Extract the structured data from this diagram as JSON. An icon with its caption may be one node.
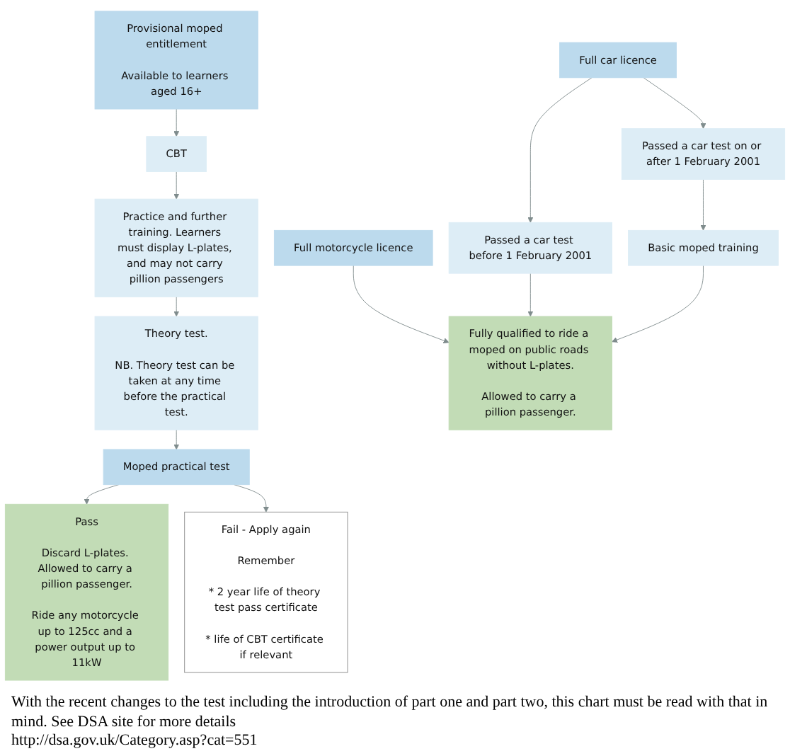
{
  "diagram": {
    "nodes": [
      {
        "text": [
          "Provisional moped entitlement",
          "Available to learners aged 16+"
        ]
      },
      {
        "text": [
          "Full motorcycle licence"
        ]
      },
      {
        "text": [
          "Full car licence"
        ]
      },
      {
        "text": [
          "CBT"
        ]
      },
      {
        "text": [
          "Passed a car test before 1 February 2001"
        ]
      },
      {
        "text": [
          "Passed a car test on or after 1 February 2001"
        ]
      },
      {
        "text": [
          "Practice and further training. Learners must display L-plates, and may not carry pillion passengers"
        ]
      },
      {
        "text": [
          "Basic moped training"
        ]
      },
      {
        "text": [
          "Theory test.",
          "NB. Theory test can be taken at any time before the practical test."
        ]
      },
      {
        "text": [
          "Fully qualified to ride a moped on public roads without L-plates.",
          "Allowed to carry a pillion passenger."
        ]
      },
      {
        "text": [
          "Moped practical test"
        ]
      },
      {
        "text": [
          "Fail - Apply again",
          "Remember",
          "* 2 year life of theory test pass certificate",
          "* life of CBT certificate if relevant"
        ]
      },
      {
        "text": [
          "Pass",
          "Discard L-plates. Allowed to carry a pillion passenger.",
          "Ride any motorcycle up to 125cc and a power output up to 11kW"
        ]
      }
    ],
    "edges": [
      {
        "from": 0,
        "to": 3,
        "arrow": "to"
      },
      {
        "from": 3,
        "to": 6,
        "arrow": "to"
      },
      {
        "from": 6,
        "to": 8,
        "arrow": "to"
      },
      {
        "from": 8,
        "to": 10,
        "arrow": "to"
      },
      {
        "from": 10,
        "to": 12,
        "arrow": "to"
      },
      {
        "from": 10,
        "to": 11,
        "arrow": "to"
      },
      {
        "from": 2,
        "to": 4,
        "arrow": "to"
      },
      {
        "from": 2,
        "to": 5,
        "arrow": "to"
      },
      {
        "from": 5,
        "to": 7,
        "arrow": "to"
      },
      {
        "from": 1,
        "to": 9,
        "arrow": "to"
      },
      {
        "from": 4,
        "to": 9,
        "arrow": "to"
      },
      {
        "from": 7,
        "to": 9,
        "arrow": "to"
      }
    ],
    "labels": [
      "With the recent changes to the test including the introduction of part one and part two, this chart must be read with that in mind. See DSA site for more details",
      "http://dsa.gov.uk/Category.asp?cat=551"
    ]
  }
}
